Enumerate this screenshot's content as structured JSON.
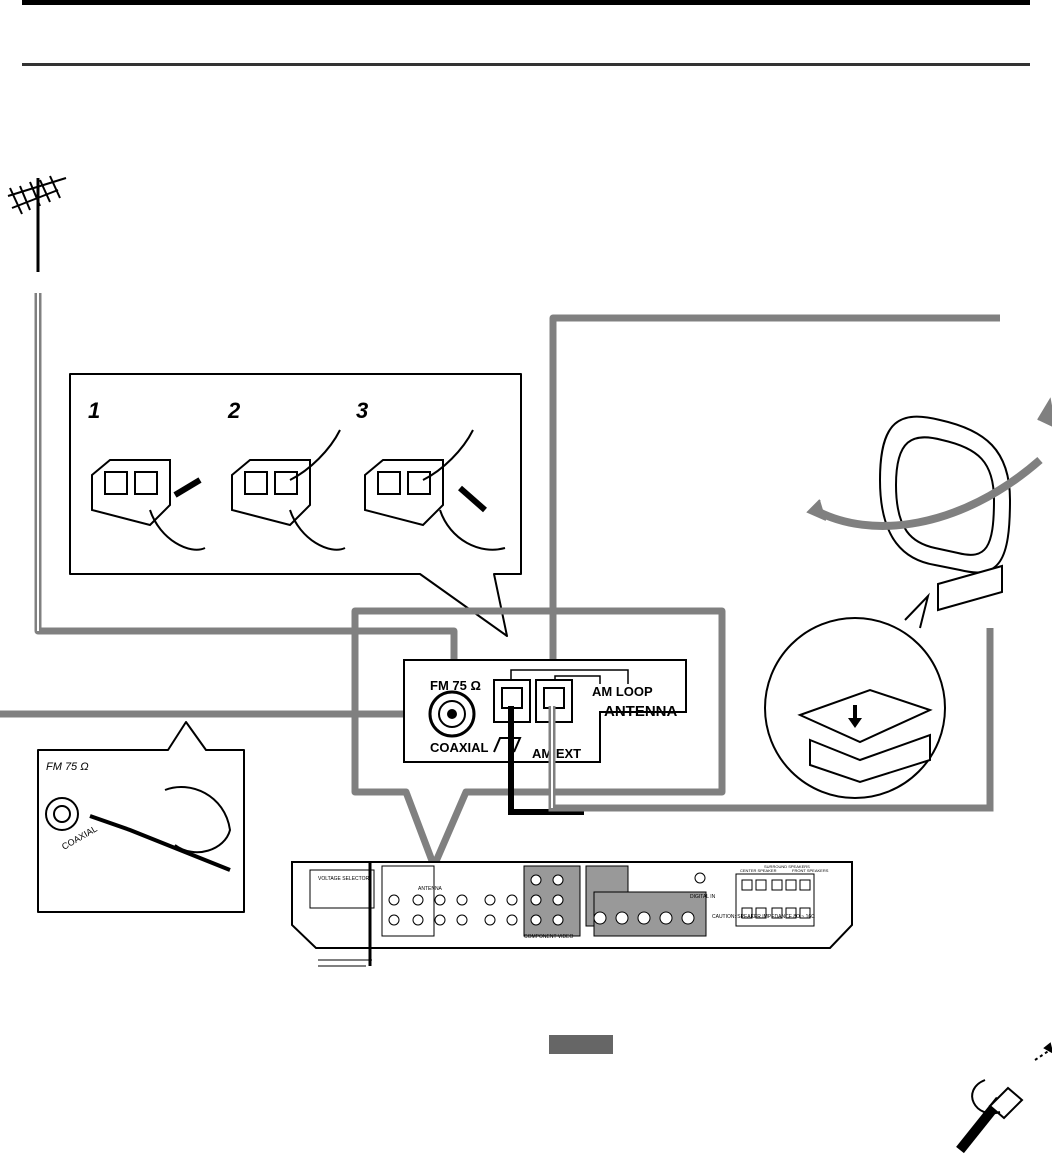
{
  "steps": [
    "1",
    "2",
    "3"
  ],
  "panel": {
    "fm_label": "FM 75 Ω",
    "coaxial_label": "COAXIAL",
    "am_loop_label": "AM  LOOP",
    "antenna_label": "ANTENNA",
    "am_ext_label": "AM EXT"
  },
  "coax_inset": {
    "fm_label": "FM  75 Ω",
    "coaxial_label": "COAXIAL"
  },
  "rear_panel": {
    "voltage_selector": "VOLTAGE SELECTOR",
    "antenna": "ANTENNA",
    "component_video": "COMPONENT VIDEO",
    "digital_in": "DIGITAL IN",
    "caution": "CAUTION: SPEAKER IMPEDANCE 8Ω ~ 16Ω",
    "center_speaker": "CENTER SPEAKER",
    "surround_speakers": "SURROUND SPEAKERS",
    "front_speakers": "FRONT SPEAKERS"
  },
  "colors": {
    "cable": "#808080",
    "ink": "#000000",
    "badge": "#666666"
  }
}
